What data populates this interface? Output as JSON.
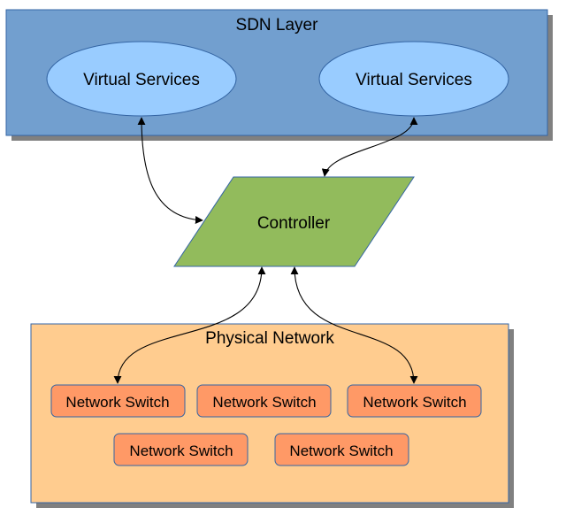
{
  "sdn_layer": {
    "title": "SDN Layer",
    "services": [
      {
        "label": "Virtual Services"
      },
      {
        "label": "Virtual Services"
      }
    ]
  },
  "controller": {
    "label": "Controller"
  },
  "physical_network": {
    "title": "Physical Network",
    "switches": [
      {
        "label": "Network Switch"
      },
      {
        "label": "Network Switch"
      },
      {
        "label": "Network Switch"
      },
      {
        "label": "Network Switch"
      },
      {
        "label": "Network Switch"
      }
    ]
  },
  "colors": {
    "sdn_layer_fill": "#729fcf",
    "sdn_layer_border": "#3465a4",
    "service_fill": "#99ccff",
    "controller_fill": "#92bb5c",
    "physical_fill": "#ffcc8f",
    "switch_fill": "#ff9966",
    "shadow": "#808080"
  }
}
